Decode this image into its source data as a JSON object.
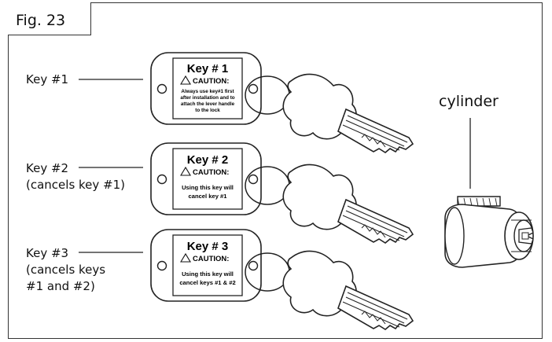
{
  "figure": {
    "title": "Fig. 23"
  },
  "keys": [
    {
      "side_label": [
        "Key #1"
      ],
      "tag_title": "Key # 1",
      "caution": "CAUTION:",
      "tag_text": [
        "Always use key#1 first",
        "after installation and to",
        "attach the lever handle",
        "to the lock"
      ]
    },
    {
      "side_label": [
        "Key #2",
        "(cancels key #1)"
      ],
      "tag_title": "Key # 2",
      "caution": "CAUTION:",
      "tag_text": [
        "Using this key will",
        "cancel key #1"
      ]
    },
    {
      "side_label": [
        "Key #3",
        "(cancels keys",
        "#1 and #2)"
      ],
      "tag_title": "Key # 3",
      "caution": "CAUTION:",
      "tag_text": [
        "Using this key will",
        "cancel keys #1 & #2"
      ]
    }
  ],
  "cylinder": {
    "label": "cylinder"
  }
}
